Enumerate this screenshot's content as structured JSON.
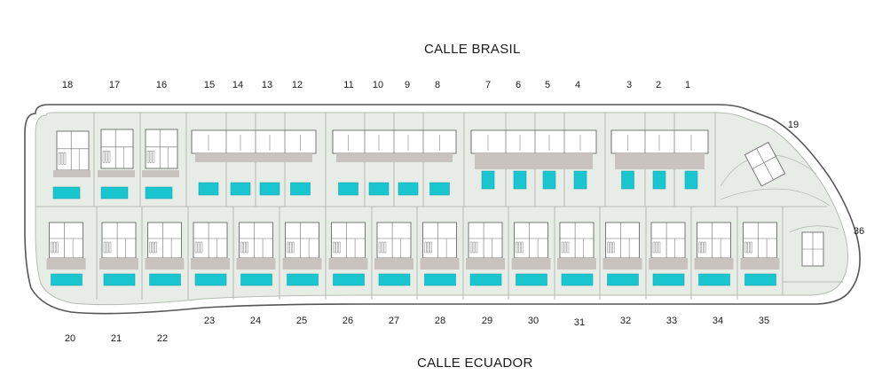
{
  "streets": {
    "north": "CALLE BRASIL",
    "south": "CALLE ECUADOR"
  },
  "lots": {
    "top_row": [
      "18",
      "17",
      "16",
      "15",
      "14",
      "13",
      "12",
      "11",
      "10",
      "9",
      "8",
      "7",
      "6",
      "5",
      "4",
      "3",
      "2",
      "1"
    ],
    "corner_top": "19",
    "corner_bottom": "36",
    "bottom_row": [
      "20",
      "21",
      "22",
      "23",
      "24",
      "25",
      "26",
      "27",
      "28",
      "29",
      "30",
      "31",
      "32",
      "33",
      "34",
      "35"
    ]
  },
  "colors": {
    "plot_fill": "#e7ede6",
    "plot_line": "#b4bcb3",
    "outline": "#555555",
    "pool": "#19c5cf",
    "terrace": "#c9c3bf",
    "house_line": "#6a6a6a"
  }
}
